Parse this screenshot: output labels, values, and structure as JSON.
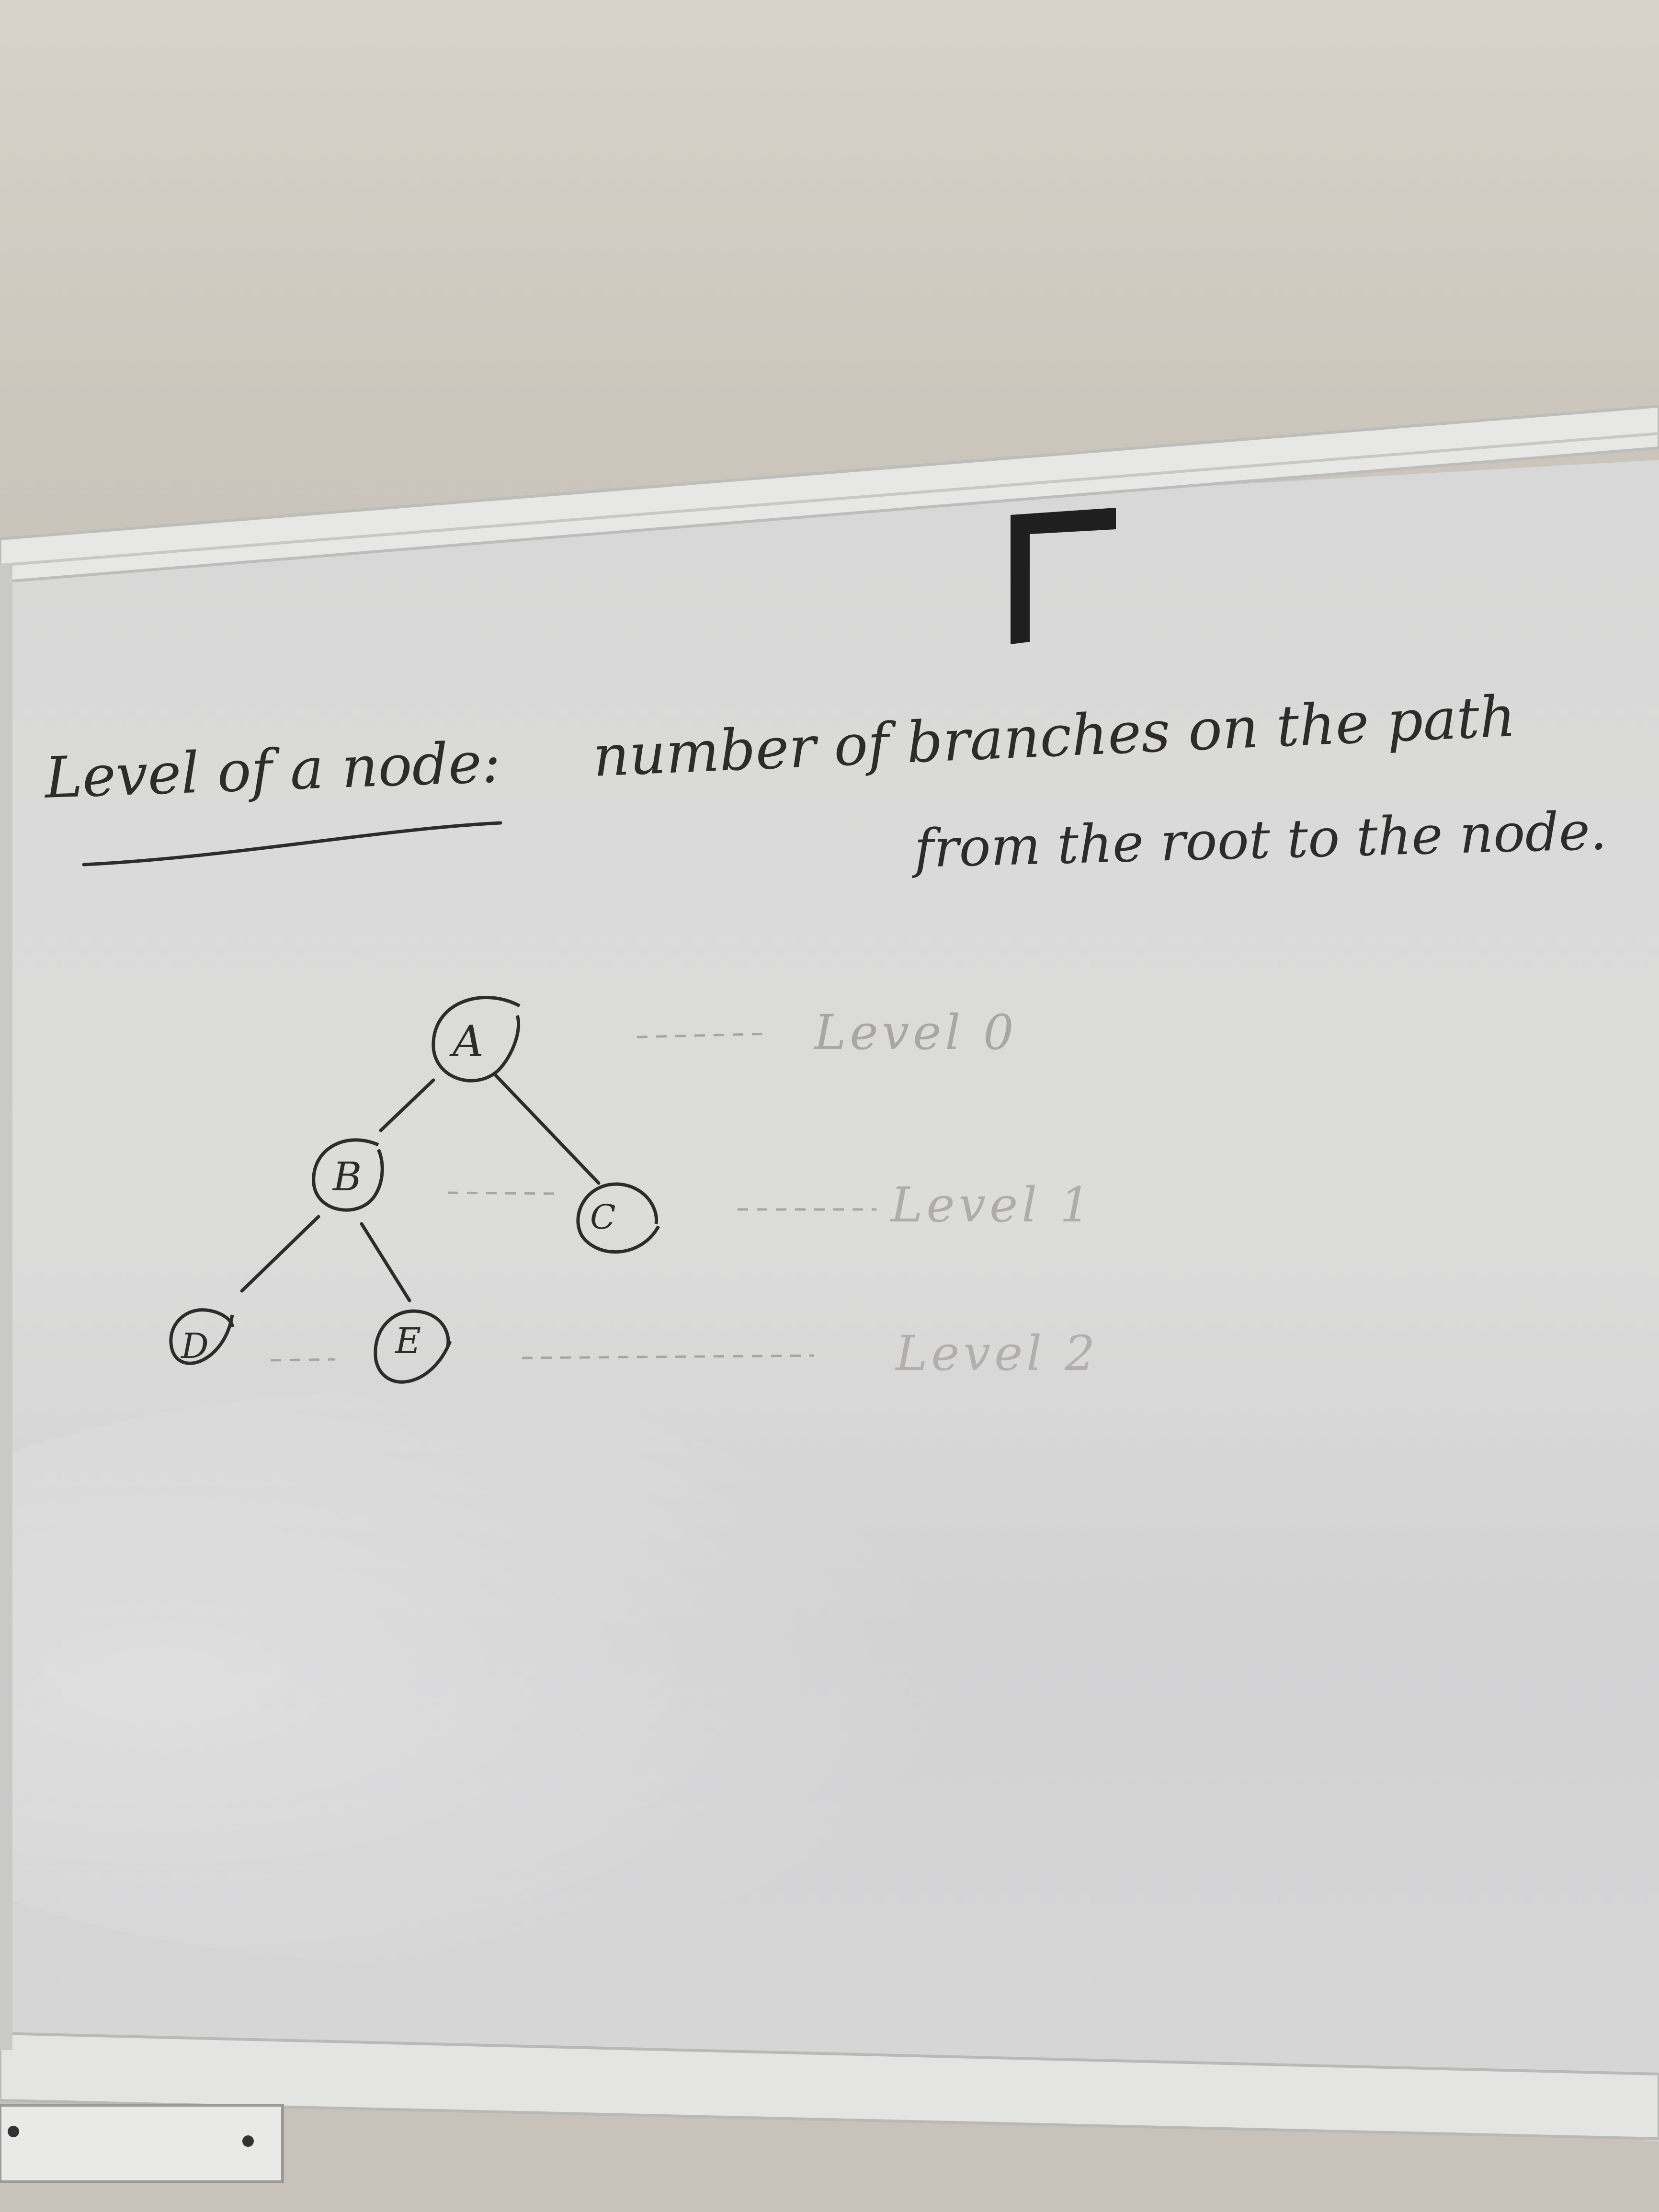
{
  "board": {
    "heading": "Level of a node:",
    "definition_line1": "number of branches on the path",
    "definition_line2": "from the root to the node."
  },
  "tree": {
    "nodes": [
      {
        "id": "A",
        "label": "A"
      },
      {
        "id": "B",
        "label": "B"
      },
      {
        "id": "C",
        "label": "C"
      },
      {
        "id": "D",
        "label": "D"
      },
      {
        "id": "E",
        "label": "E"
      }
    ],
    "edges": [
      [
        "A",
        "B"
      ],
      [
        "A",
        "C"
      ],
      [
        "B",
        "D"
      ],
      [
        "B",
        "E"
      ]
    ]
  },
  "levels": [
    {
      "label": "Level 0"
    },
    {
      "label": "Level 1"
    },
    {
      "label": "Level 2"
    }
  ],
  "colors": {
    "ink": "#2e2c2a",
    "faint_ink": "#a9a5a2",
    "board": "#dadad9",
    "frame": "#e6e6e4",
    "wall": "#cfc9c1"
  }
}
